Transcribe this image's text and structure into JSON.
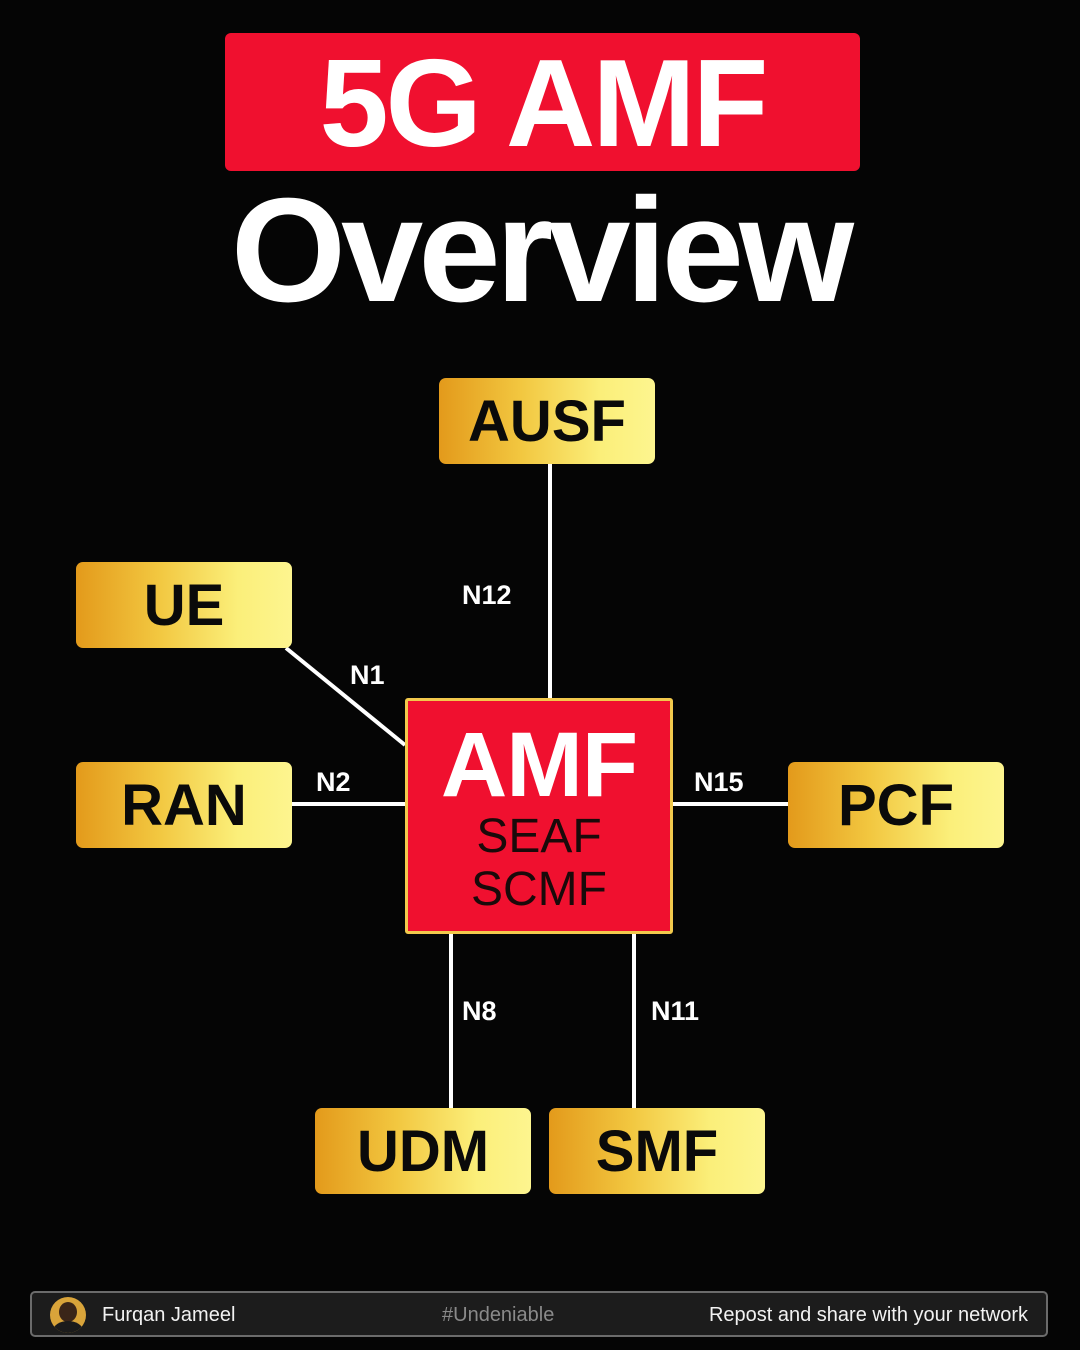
{
  "title": {
    "line1": "5G AMF",
    "line2": "Overview"
  },
  "colors": {
    "accent_red": "#f0102f",
    "node_gold": "#f2c740",
    "background": "#050505"
  },
  "center": {
    "name": "AMF",
    "functions": [
      "SEAF",
      "SCMF"
    ]
  },
  "nodes": {
    "ausf": "AUSF",
    "ue": "UE",
    "ran": "RAN",
    "pcf": "PCF",
    "udm": "UDM",
    "smf": "SMF"
  },
  "interfaces": {
    "n12": "N12",
    "n1": "N1",
    "n2": "N2",
    "n15": "N15",
    "n8": "N8",
    "n11": "N11"
  },
  "footer": {
    "author": "Furqan Jameel",
    "hashtag": "#Undeniable",
    "cta": "Repost and share with your network",
    "avatar_icon": "person-avatar-icon"
  }
}
